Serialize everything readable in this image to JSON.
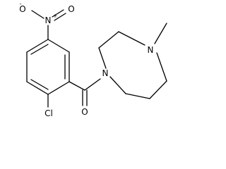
{
  "structure": {
    "atoms": {
      "nitro_o1": "O",
      "nitro_o1_charge": "-",
      "nitro_n": "N",
      "nitro_n_charge": "+",
      "nitro_o2": "O",
      "chlorine": "Cl",
      "carbonyl_o": "O",
      "amide_n": "N",
      "amine_n": "N"
    }
  }
}
